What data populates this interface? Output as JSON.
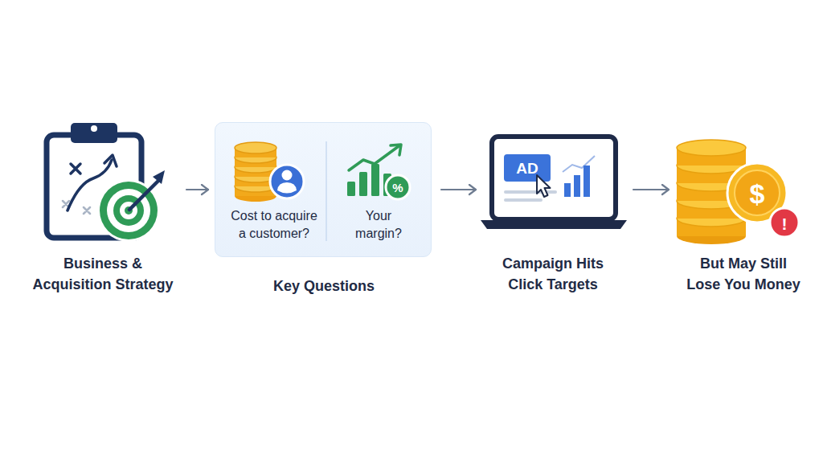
{
  "diagram": {
    "nodes": [
      {
        "text": [
          "Business & Acquisition Strategy"
        ]
      },
      {
        "text": [
          "Key Questions"
        ]
      },
      {
        "text": [
          "Cost to acquire a customer?"
        ],
        "in": 1
      },
      {
        "text": [
          "Your margin?"
        ],
        "in": 1
      },
      {
        "text": [
          "Campaign Hits Click Targets"
        ]
      },
      {
        "text": [
          "But May Still Lose You Money"
        ]
      }
    ],
    "edges": [
      {
        "from": 0,
        "to": 1,
        "arrow": "to"
      },
      {
        "from": 1,
        "to": 4,
        "arrow": "to"
      },
      {
        "from": 4,
        "to": 5,
        "arrow": "to"
      }
    ],
    "labels": [
      "AD",
      "%",
      "$",
      "!"
    ]
  }
}
